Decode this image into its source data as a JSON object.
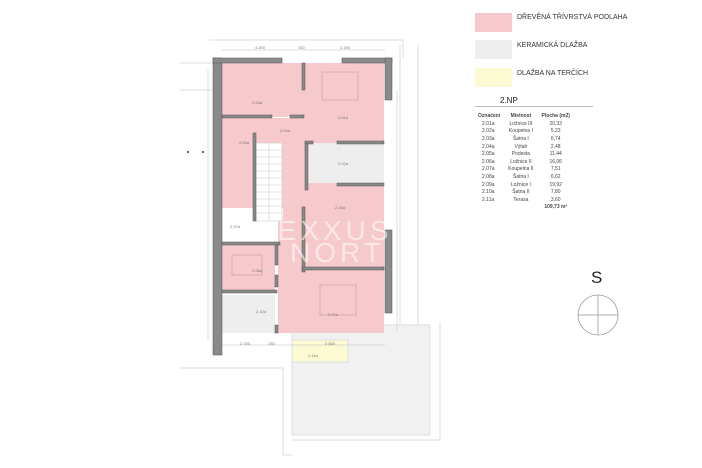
{
  "legend": [
    {
      "label": "DŘEVĚNÁ TŘÍVRSTVÁ PODLAHA",
      "color": "#f6c9cc"
    },
    {
      "label": "KERAMICKÁ DLAŽBA",
      "color": "#eeeeee"
    },
    {
      "label": "DLAŽBA NA TERČÍCH",
      "color": "#fbfad2"
    }
  ],
  "floor_title": "2.NP",
  "table": {
    "headers": [
      "Označení",
      "Místnost",
      "Plocha (m2)"
    ],
    "rows": [
      [
        "2.01a",
        "Ložnice III",
        "20,33"
      ],
      [
        "2.02a",
        "Koupelna I",
        "5,23"
      ],
      [
        "2.03a",
        "Šatna I",
        "6,74"
      ],
      [
        "2.04a",
        "Výtah",
        "2,48"
      ],
      [
        "2.05a",
        "Podesta",
        "11,44"
      ],
      [
        "2.06a",
        "Ložnice II",
        "16,06"
      ],
      [
        "2.07a",
        "Koupelna II",
        "7,51"
      ],
      [
        "2.08a",
        "Šatna I",
        "6,62"
      ],
      [
        "2.09a",
        "Ložnice I",
        "19,92"
      ],
      [
        "2.10a",
        "Šatna II",
        "7,80"
      ],
      [
        "2.11a",
        "Terasa",
        "3,60"
      ]
    ],
    "total": "109,73 m²"
  },
  "plan": {
    "watermark": [
      "LEXXUS",
      "NORT"
    ],
    "dimensions_top": [
      "4 200",
      "150",
      "4 200"
    ],
    "dimensions_bottom": [
      "2 750",
      "150",
      "3 650"
    ],
    "room_tags": [
      "2.01a",
      "2.02a",
      "2.03a",
      "2.04a",
      "2.05a",
      "2.06a",
      "2.07a",
      "2.08a",
      "2.09a",
      "2.10a",
      "2.11a"
    ]
  },
  "compass": {
    "label": "S"
  },
  "colors": {
    "wall": "#8a8a8a",
    "wood": "#f6c9cc",
    "tile": "#eeeeee",
    "terrace": "#fbfad2",
    "deck": "#f1f1f1"
  }
}
